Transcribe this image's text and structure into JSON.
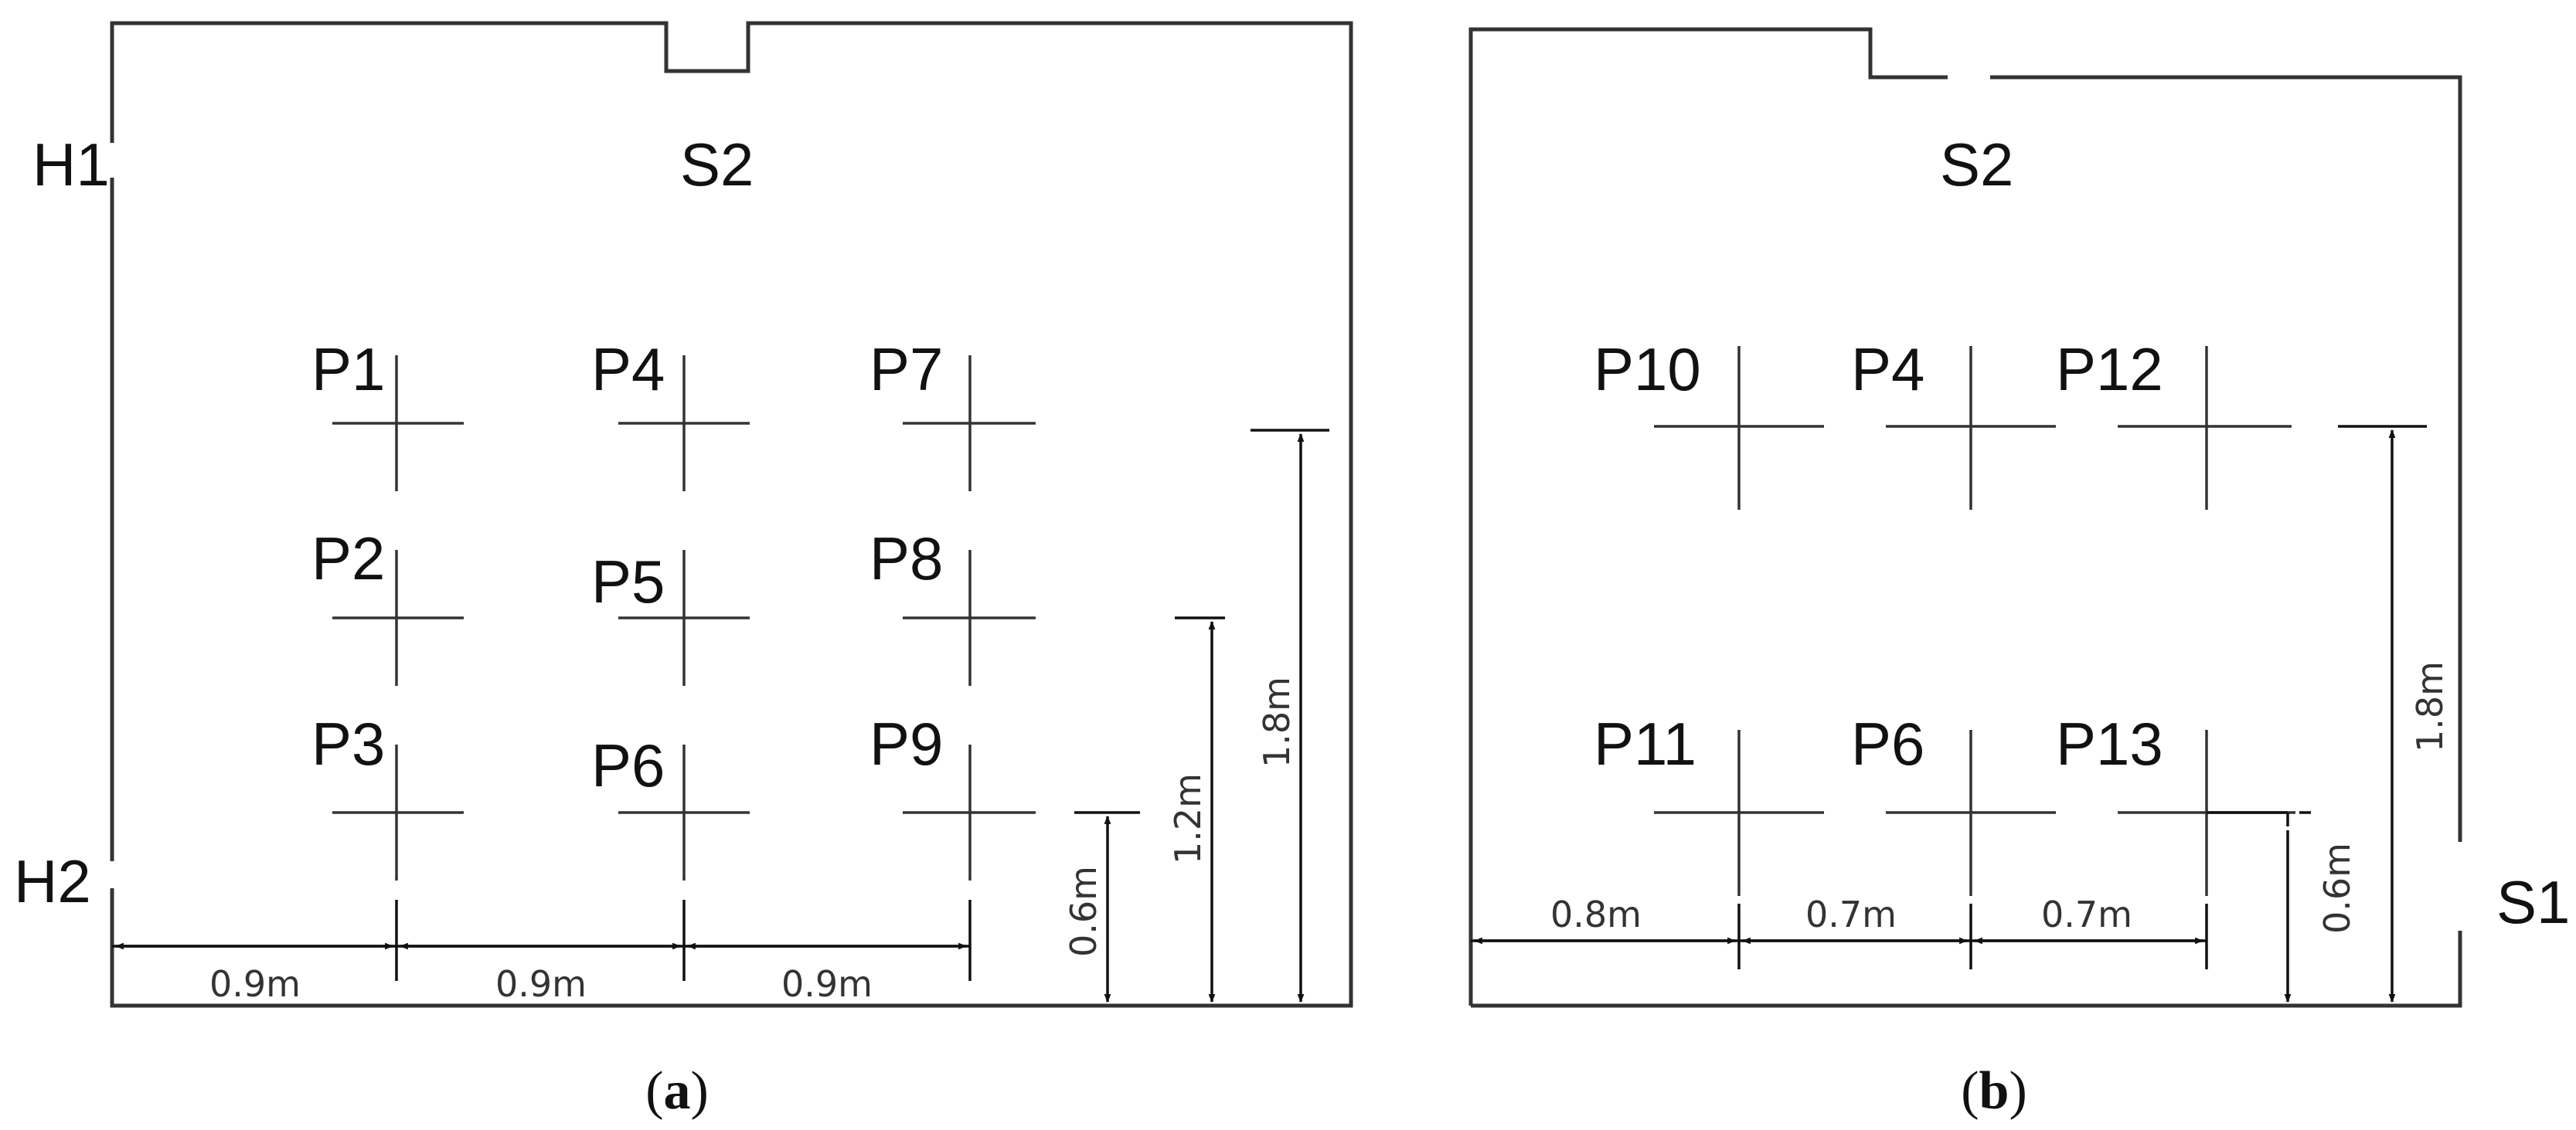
{
  "panels": [
    {
      "id": "a",
      "caption_open": "(",
      "caption_letter": "a",
      "caption_close": ")",
      "labels": {
        "H1": "H1",
        "H2": "H2",
        "S2": "S2",
        "P1": "P1",
        "P2": "P2",
        "P3": "P3",
        "P4": "P4",
        "P5": "P5",
        "P6": "P6",
        "P7": "P7",
        "P8": "P8",
        "P9": "P9"
      },
      "dims": {
        "w1": "0.9m",
        "w2": "0.9m",
        "w3": "0.9m",
        "h06": "0.6m",
        "h12": "1.2m",
        "h18": "1.8m"
      }
    },
    {
      "id": "b",
      "caption_open": "(",
      "caption_letter": "b",
      "caption_close": ")",
      "labels": {
        "S1": "S1",
        "S2": "S2",
        "P10": "P10",
        "P4": "P4",
        "P12": "P12",
        "P11": "P11",
        "P6": "P6",
        "P13": "P13"
      },
      "dims": {
        "w1": "0.8m",
        "w2": "0.7m",
        "w3": "0.7m",
        "h06": "0.6m",
        "h18": "1.8m"
      }
    }
  ]
}
